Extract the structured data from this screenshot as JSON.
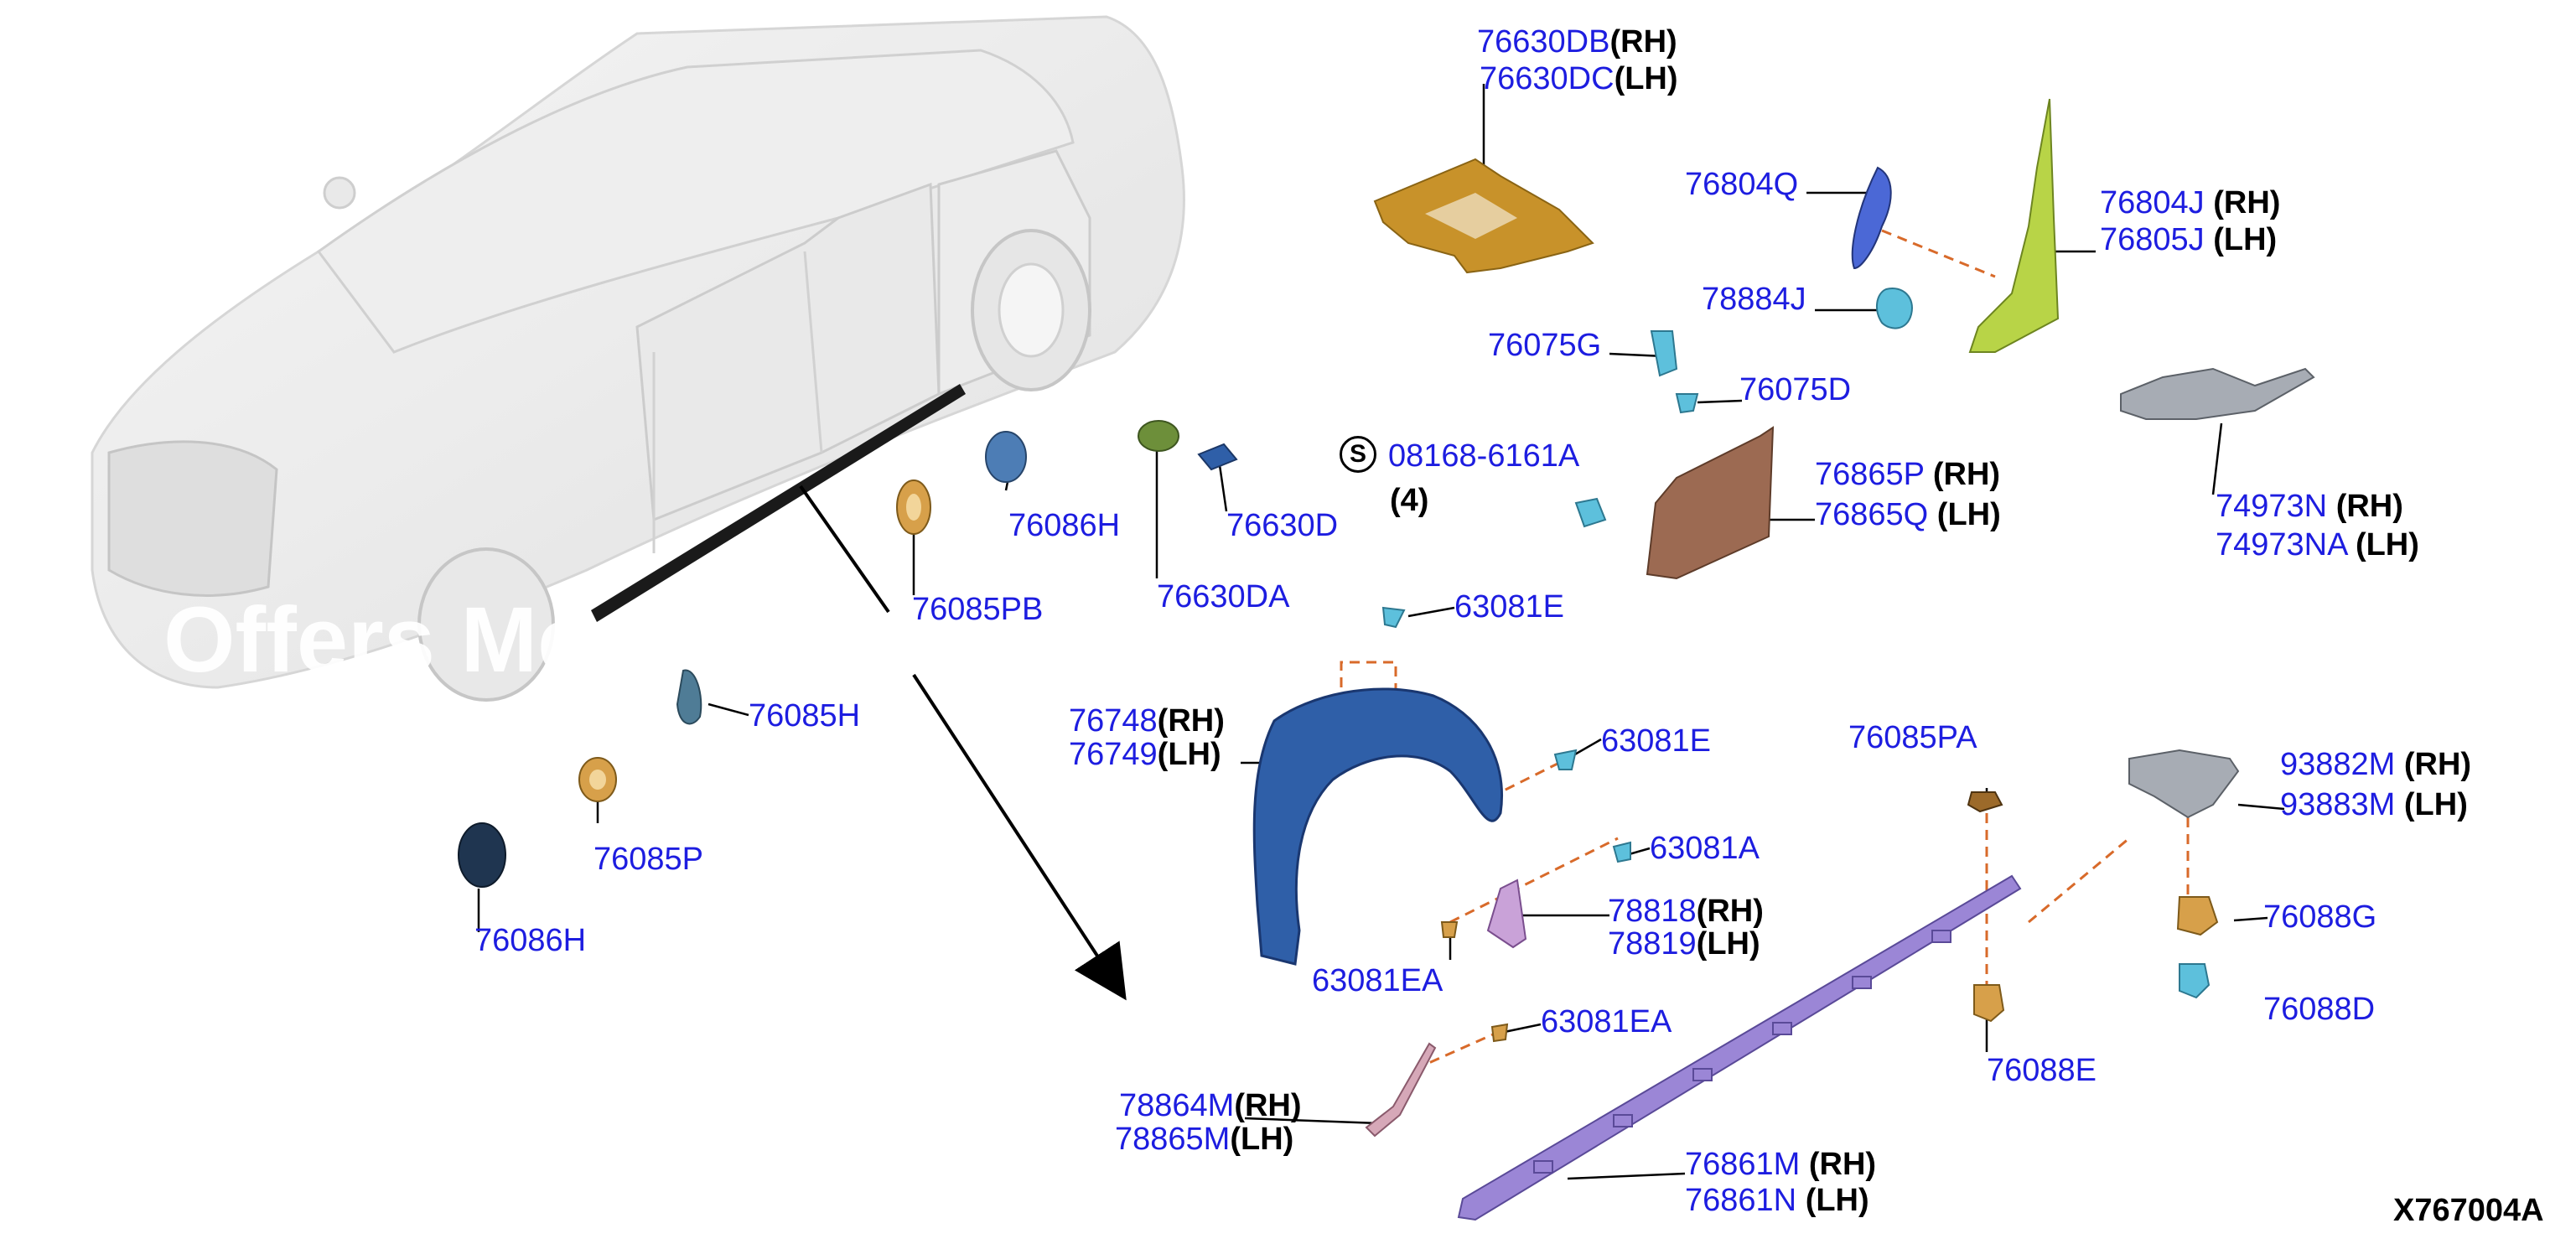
{
  "watermark": "Offers Me",
  "figure_id": "X767004A",
  "special_symbol": "S",
  "quantity": "(4)",
  "parts": {
    "p76630DB": {
      "code": "76630DB",
      "side": "(RH)"
    },
    "p76630DC": {
      "code": "76630DC",
      "side": "(LH)"
    },
    "p76804Q": {
      "code": "76804Q"
    },
    "p76804J": {
      "code": "76804J",
      "side": "(RH)"
    },
    "p76805J": {
      "code": "76805J",
      "side": "(LH)"
    },
    "p78884J": {
      "code": "78884J"
    },
    "p76075G": {
      "code": "76075G"
    },
    "p76075D": {
      "code": "76075D"
    },
    "p08168": {
      "code": "08168-6161A"
    },
    "p76865P": {
      "code": "76865P",
      "side": "(RH)"
    },
    "p76865Q": {
      "code": "76865Q",
      "side": "(LH)"
    },
    "p74973N": {
      "code": "74973N",
      "side": "(RH)"
    },
    "p74973NA": {
      "code": "74973NA",
      "side": "(LH)"
    },
    "p76086H_a": {
      "code": "76086H"
    },
    "p76630D": {
      "code": "76630D"
    },
    "p76630DA": {
      "code": "76630DA"
    },
    "p76085PB": {
      "code": "76085PB"
    },
    "p63081E_a": {
      "code": "63081E"
    },
    "p76085H": {
      "code": "76085H"
    },
    "p76748": {
      "code": "76748",
      "side": "(RH)"
    },
    "p76749": {
      "code": "76749",
      "side": "(LH)"
    },
    "p63081E_b": {
      "code": "63081E"
    },
    "p76085PA": {
      "code": "76085PA"
    },
    "p93882M": {
      "code": "93882M",
      "side": "(RH)"
    },
    "p93883M": {
      "code": "93883M",
      "side": "(LH)"
    },
    "p76085P": {
      "code": "76085P"
    },
    "p63081A": {
      "code": "63081A"
    },
    "p78818": {
      "code": "78818",
      "side": "(RH)"
    },
    "p78819": {
      "code": "78819",
      "side": "(LH)"
    },
    "p76088G": {
      "code": "76088G"
    },
    "p76086H_b": {
      "code": "76086H"
    },
    "p63081EA_a": {
      "code": "63081EA"
    },
    "p76088D": {
      "code": "76088D"
    },
    "p63081EA_b": {
      "code": "63081EA"
    },
    "p76088E": {
      "code": "76088E"
    },
    "p78864M": {
      "code": "78864M",
      "side": "(RH)"
    },
    "p78865M": {
      "code": "78865M",
      "side": "(LH)"
    },
    "p76861M": {
      "code": "76861M",
      "side": "(RH)"
    },
    "p76861N": {
      "code": "76861N",
      "side": "(LH)"
    }
  },
  "colors": {
    "label_blue": "#1d1de0",
    "part_gold": "#c8922a",
    "part_blue": "#2f5fa8",
    "part_lime": "#b8d447",
    "part_purple": "#9b86d6",
    "part_violet": "#c9a2d8",
    "part_brown": "#9c6a52",
    "part_grey": "#a7acb4",
    "part_green": "#6d8f3a",
    "part_orange": "#d7a04a",
    "part_navy": "#1f3550",
    "part_steel": "#5a7e96",
    "leader_orange": "#d86a2a"
  }
}
